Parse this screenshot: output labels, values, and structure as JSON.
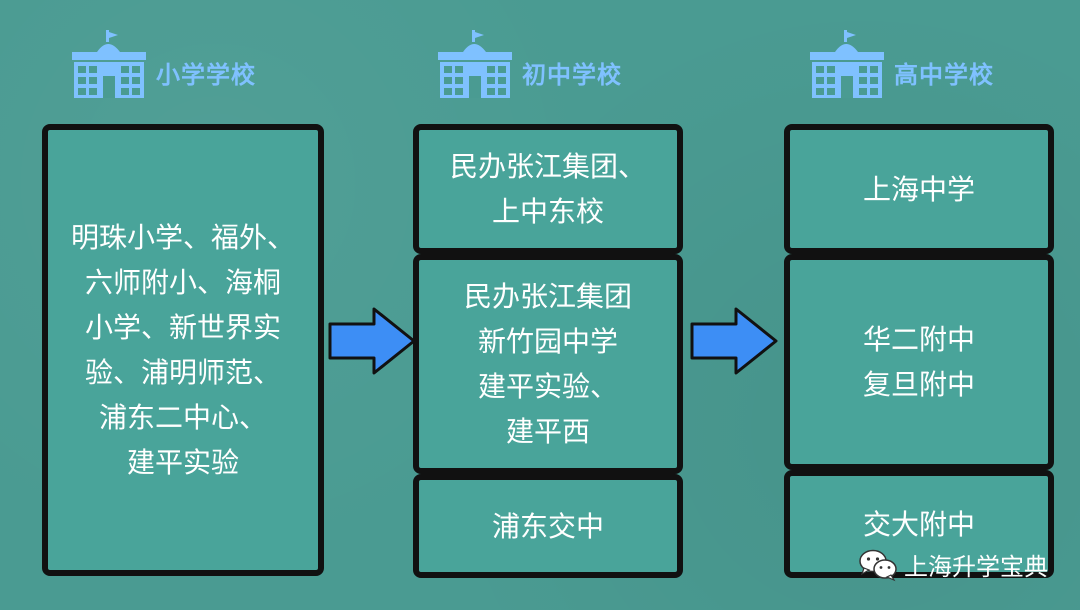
{
  "columns": [
    {
      "title": "小学学校",
      "icon": "school-building-icon"
    },
    {
      "title": "初中学校",
      "icon": "school-building-icon"
    },
    {
      "title": "高中学校",
      "icon": "school-building-icon"
    }
  ],
  "primary": {
    "text": "明珠小学、福外、\n六师附小、海桐\n小学、新世界实\n验、浦明师范、\n浦东二中心、\n建平实验"
  },
  "middle": [
    {
      "text": "民办张江集团、\n上中东校"
    },
    {
      "text": "民办张江集团\n新竹园中学\n建平实验、\n建平西"
    },
    {
      "text": "浦东交中"
    }
  ],
  "high": [
    {
      "text": "上海中学"
    },
    {
      "text": "华二附中\n复旦附中"
    },
    {
      "text": "交大附中"
    }
  ],
  "watermark": {
    "text": "上海升学宝典",
    "icon": "wechat-icon"
  },
  "colors": {
    "background": "#4a9b92",
    "box_fill": "#49a49a",
    "border": "#111111",
    "header_blue": "#7fc1ff",
    "arrow_blue": "#3d8ef5"
  }
}
